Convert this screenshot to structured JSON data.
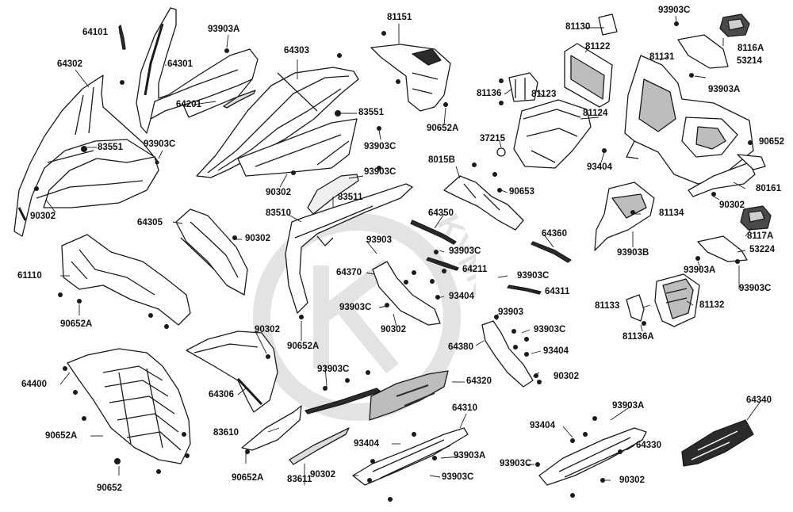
{
  "diagram": {
    "watermark_text": "KYMCO",
    "colors": {
      "line": "#1a1a1a",
      "fill": "#ffffff",
      "shade": "#bdbdbd",
      "dark": "#2b2b2b",
      "watermark": "#e3e3e3"
    },
    "labels": [
      {
        "id": "l01",
        "text": "64101"
      },
      {
        "id": "l02",
        "text": "93903A"
      },
      {
        "id": "l03",
        "text": "64302"
      },
      {
        "id": "l04",
        "text": "64301"
      },
      {
        "id": "l05",
        "text": "64303"
      },
      {
        "id": "l06",
        "text": "81151"
      },
      {
        "id": "l07",
        "text": "81130"
      },
      {
        "id": "l08",
        "text": "93903C"
      },
      {
        "id": "l09",
        "text": "8116A"
      },
      {
        "id": "l10",
        "text": "53214"
      },
      {
        "id": "l11",
        "text": "81122"
      },
      {
        "id": "l12",
        "text": "81131"
      },
      {
        "id": "l13",
        "text": "93903A"
      },
      {
        "id": "l14",
        "text": "81136"
      },
      {
        "id": "l15",
        "text": "81123"
      },
      {
        "id": "l16",
        "text": "64201"
      },
      {
        "id": "l17",
        "text": "83551"
      },
      {
        "id": "l18",
        "text": "90652A"
      },
      {
        "id": "l19",
        "text": "81124"
      },
      {
        "id": "l20",
        "text": "83551"
      },
      {
        "id": "l21",
        "text": "93903C"
      },
      {
        "id": "l22",
        "text": "93903C"
      },
      {
        "id": "l23",
        "text": "37215"
      },
      {
        "id": "l24",
        "text": "90652"
      },
      {
        "id": "l25",
        "text": "93404"
      },
      {
        "id": "l26",
        "text": "8015B"
      },
      {
        "id": "l27",
        "text": "93903C"
      },
      {
        "id": "l28",
        "text": "90302"
      },
      {
        "id": "l29",
        "text": "80161"
      },
      {
        "id": "l30",
        "text": "90302"
      },
      {
        "id": "l31",
        "text": "83511"
      },
      {
        "id": "l32",
        "text": "90653"
      },
      {
        "id": "l33",
        "text": "90302"
      },
      {
        "id": "l34",
        "text": "83510"
      },
      {
        "id": "l35",
        "text": "81134"
      },
      {
        "id": "l36",
        "text": "64305"
      },
      {
        "id": "l37",
        "text": "64350"
      },
      {
        "id": "l38",
        "text": "8117A"
      },
      {
        "id": "l39",
        "text": "90302"
      },
      {
        "id": "l40",
        "text": "64360"
      },
      {
        "id": "l41",
        "text": "93903"
      },
      {
        "id": "l42",
        "text": "93903B"
      },
      {
        "id": "l43",
        "text": "53224"
      },
      {
        "id": "l44",
        "text": "93903C"
      },
      {
        "id": "l45",
        "text": "93903A"
      },
      {
        "id": "l46",
        "text": "61110"
      },
      {
        "id": "l47",
        "text": "64211"
      },
      {
        "id": "l48",
        "text": "64370"
      },
      {
        "id": "l49",
        "text": "93903C"
      },
      {
        "id": "l50",
        "text": "93903C"
      },
      {
        "id": "l51",
        "text": "90652A"
      },
      {
        "id": "l52",
        "text": "93404"
      },
      {
        "id": "l53",
        "text": "64311"
      },
      {
        "id": "l54",
        "text": "81133"
      },
      {
        "id": "l55",
        "text": "81132"
      },
      {
        "id": "l56",
        "text": "93903C"
      },
      {
        "id": "l57",
        "text": "90302"
      },
      {
        "id": "l58",
        "text": "93903"
      },
      {
        "id": "l59",
        "text": "81136A"
      },
      {
        "id": "l60",
        "text": "90302"
      },
      {
        "id": "l61",
        "text": "90652A"
      },
      {
        "id": "l62",
        "text": "93903C"
      },
      {
        "id": "l63",
        "text": "64380"
      },
      {
        "id": "l64",
        "text": "93404"
      },
      {
        "id": "l65",
        "text": "93903C"
      },
      {
        "id": "l66",
        "text": "90302"
      },
      {
        "id": "l67",
        "text": "64306"
      },
      {
        "id": "l68",
        "text": "64320"
      },
      {
        "id": "l69",
        "text": "64400"
      },
      {
        "id": "l70",
        "text": "64340"
      },
      {
        "id": "l71",
        "text": "64310"
      },
      {
        "id": "l72",
        "text": "93903A"
      },
      {
        "id": "l73",
        "text": "83610"
      },
      {
        "id": "l74",
        "text": "90652A"
      },
      {
        "id": "l75",
        "text": "93404"
      },
      {
        "id": "l76",
        "text": "64330"
      },
      {
        "id": "l77",
        "text": "93404"
      },
      {
        "id": "l78",
        "text": "93903A"
      },
      {
        "id": "l79",
        "text": "90652A"
      },
      {
        "id": "l80",
        "text": "83611"
      },
      {
        "id": "l81",
        "text": "90302"
      },
      {
        "id": "l82",
        "text": "93903C"
      },
      {
        "id": "l83",
        "text": "93903C"
      },
      {
        "id": "l84",
        "text": "90302"
      },
      {
        "id": "l85",
        "text": "90652"
      }
    ]
  }
}
